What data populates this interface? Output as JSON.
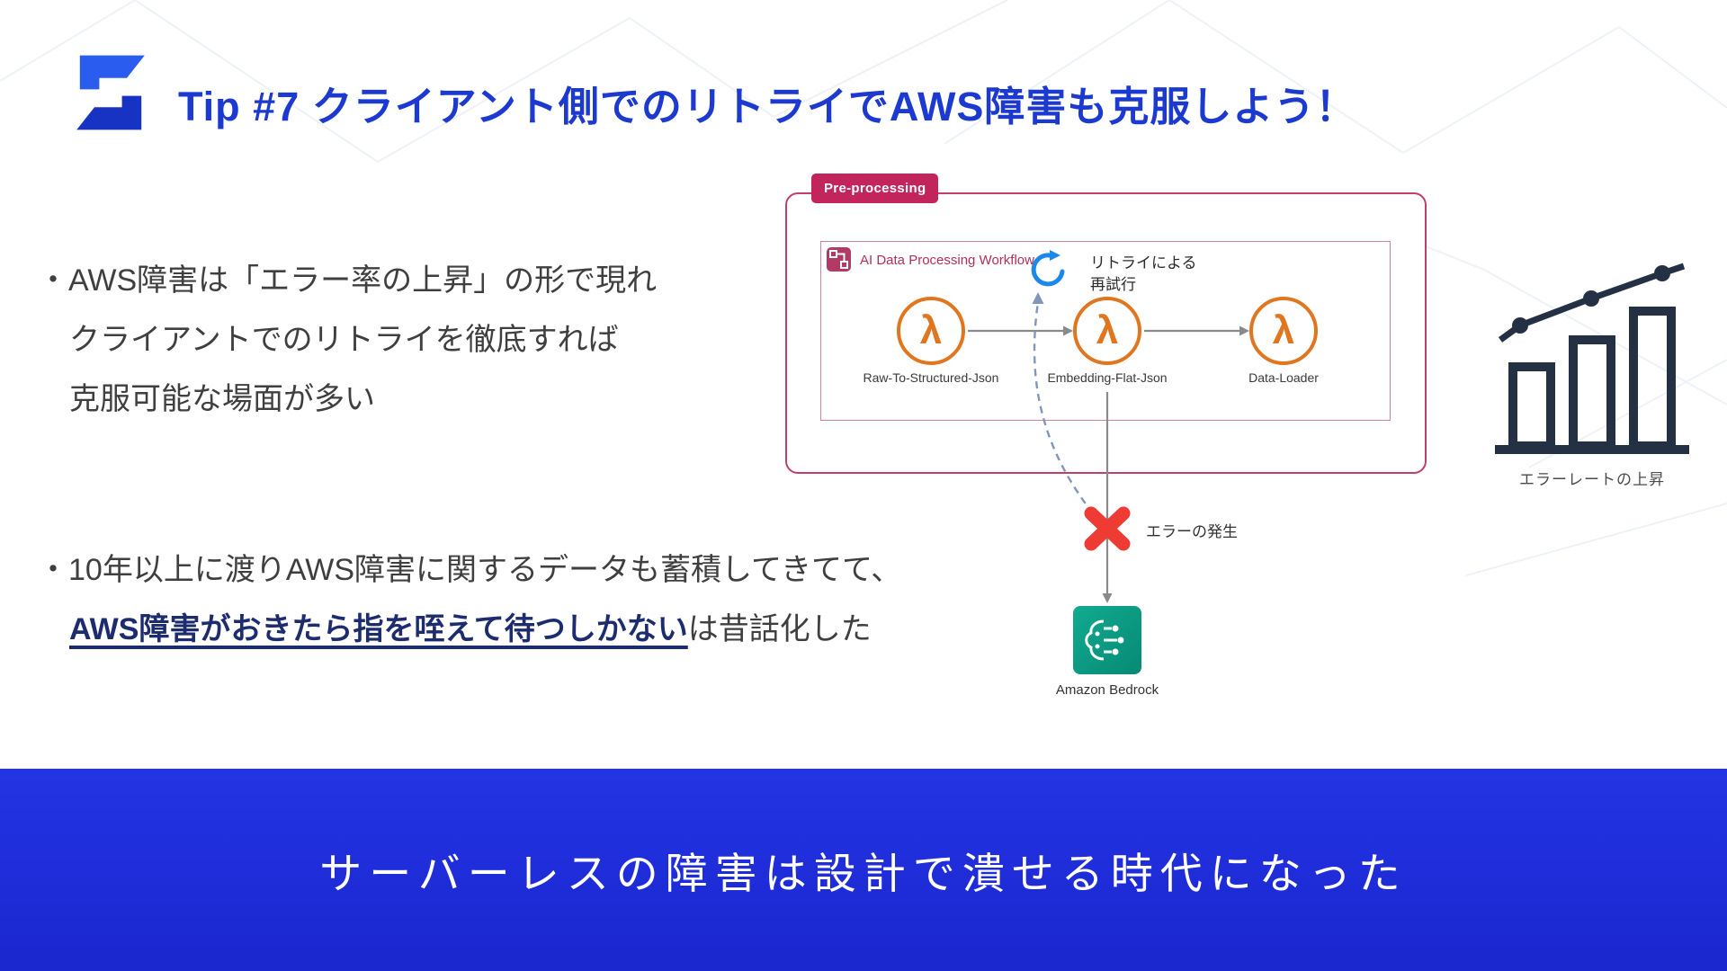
{
  "slide": {
    "title": "Tip #7 クライアント側でのリトライでAWS障害も克服しよう！",
    "bullets": {
      "b1": {
        "lines": [
          "・AWS障害は「エラー率の上昇」の形で現れ",
          "クライアントでのリトライを徹底すれば",
          "克服可能な場面が多い"
        ]
      },
      "b2": {
        "line1": "・10年以上に渡りAWS障害に関するデータも蓄積してきてて、",
        "emphasis": "AWS障害がおきたら指を咥えて待つしかない",
        "tail": "は昔話化した"
      }
    },
    "banner": "サーバーレスの障害は設計で潰せる時代になった"
  },
  "diagram": {
    "badge": "Pre-processing",
    "workflow_label": "AI Data Processing Workflow",
    "lambdas": [
      "Raw-To-Structured-Json",
      "Embedding-Flat-Json",
      "Data-Loader"
    ],
    "retry_line1": "リトライによる",
    "retry_line2": "再試行",
    "error_label": "エラーの発生",
    "bedrock_label": "Amazon Bedrock"
  },
  "chart": {
    "caption": "エラーレートの上昇"
  },
  "icons": {
    "lambda_glyph": "λ"
  },
  "colors": {
    "title_blue": "#1c3ad0",
    "banner_blue": "#1d2cd9",
    "badge_pink": "#c2255c",
    "box_border_crimson": "#c04067",
    "lambda_orange": "#e0761f",
    "bedrock_teal": "#0ca08a",
    "error_red": "#ee3b33",
    "retry_blue": "#1d87ea",
    "chart_navy": "#243044",
    "emphasis_navy": "#1c2c6e"
  }
}
